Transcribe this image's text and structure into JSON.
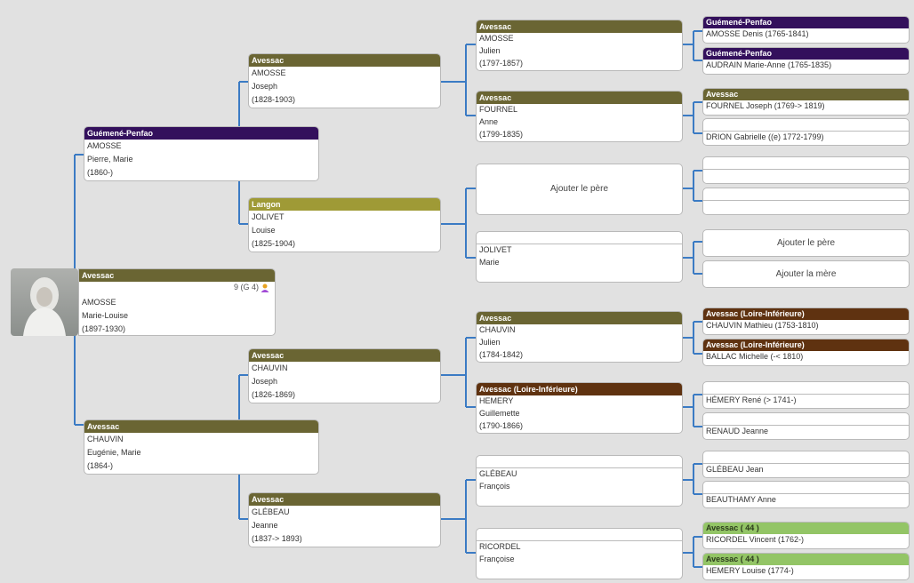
{
  "colors": {
    "olive": "#6a6533",
    "purple": "#33105c",
    "brown": "#5f3210",
    "gold": "#9f9a36",
    "green": "#93c566",
    "line": "#3b7bc4"
  },
  "root": {
    "place": "Avessac",
    "surname": "AMOSSE",
    "given": "Marie-Louise",
    "dates": "(1897-1930)",
    "counter": "9 (G 4)",
    "icon": "person-icon"
  },
  "father": {
    "place": "Guémené-Penfao",
    "surname": "AMOSSE",
    "given": "Pierre, Marie",
    "dates": "(1860-)"
  },
  "mother": {
    "place": "Avessac",
    "surname": "CHAUVIN",
    "given": "Eugénie, Marie",
    "dates": "(1864-)"
  },
  "ff": {
    "place": "Avessac",
    "surname": "AMOSSE",
    "given": "Joseph",
    "dates": "(1828-1903)"
  },
  "fm": {
    "place": "Langon",
    "surname": "JOLIVET",
    "given": "Louise",
    "dates": "(1825-1904)"
  },
  "mf": {
    "place": "Avessac",
    "surname": "CHAUVIN",
    "given": "Joseph",
    "dates": "(1826-1869)"
  },
  "mm": {
    "place": "Avessac",
    "surname": "GLÉBEAU",
    "given": "Jeanne",
    "dates": "(1837-> 1893)"
  },
  "fff": {
    "place": "Avessac",
    "surname": "AMOSSE",
    "given": "Julien",
    "dates": "(1797-1857)"
  },
  "ffm": {
    "place": "Avessac",
    "surname": "FOURNEL",
    "given": "Anne",
    "dates": "(1799-1835)"
  },
  "fmf": {
    "add": "Ajouter le père"
  },
  "fmm": {
    "surname": "JOLIVET",
    "given": "Marie"
  },
  "mff": {
    "place": "Avessac",
    "surname": "CHAUVIN",
    "given": "Julien",
    "dates": "(1784-1842)"
  },
  "mfm": {
    "place": "Avessac (Loire-Inférieure)",
    "surname": "HEMERY",
    "given": "Guillemette",
    "dates": "(1790-1866)"
  },
  "mmf": {
    "surname": "GLÉBEAU",
    "given": "François"
  },
  "mmm": {
    "surname": "RICORDEL",
    "given": "Françoise"
  },
  "g4": [
    {
      "place": "Guémené-Penfao",
      "name": "AMOSSE Denis (1765-1841)"
    },
    {
      "place": "Guémené-Penfao",
      "name": "AUDRAIN Marie-Anne (1765-1835)"
    },
    {
      "place": "Avessac",
      "name": "FOURNEL Joseph (1769-> 1819)"
    },
    {
      "place": "",
      "name": "DRION Gabrielle ((e) 1772-1799)"
    },
    {
      "place": "",
      "name": ""
    },
    {
      "place": "",
      "name": ""
    },
    {
      "add": "Ajouter le père"
    },
    {
      "add": "Ajouter la mère"
    },
    {
      "place": "Avessac (Loire-Inférieure)",
      "name": "CHAUVIN Mathieu (1753-1810)"
    },
    {
      "place": "Avessac (Loire-Inférieure)",
      "name": "BALLAC Michelle (-< 1810)"
    },
    {
      "place": "",
      "name": "HÉMERY René (> 1741-)"
    },
    {
      "place": "",
      "name": "RENAUD Jeanne"
    },
    {
      "place": "",
      "name": "GLÉBEAU Jean"
    },
    {
      "place": "",
      "name": "BEAUTHAMY Anne"
    },
    {
      "place": "Avessac ( 44 )",
      "name": "RICORDEL Vincent (1762-)"
    },
    {
      "place": "Avessac ( 44 )",
      "name": "HEMERY Louise (1774-)"
    }
  ]
}
